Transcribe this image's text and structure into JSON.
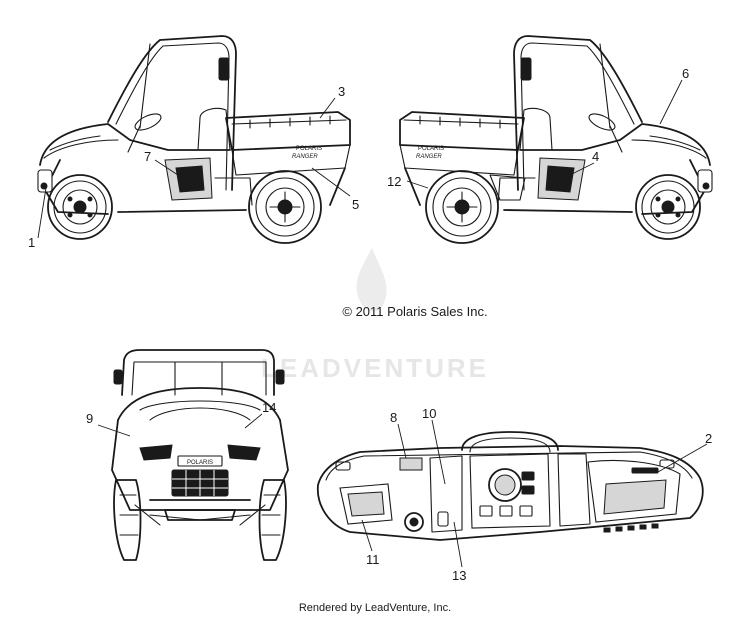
{
  "copyright": "© 2011 Polaris Sales Inc.",
  "credit": "Rendered by LeadVenture, Inc.",
  "watermark": "LEADVENTURE",
  "decals": {
    "ranger": "RANGER",
    "polaris": "POLARIS"
  },
  "callouts": [
    "1",
    "2",
    "3",
    "4",
    "5",
    "6",
    "7",
    "8",
    "9",
    "10",
    "11",
    "12",
    "13",
    "14"
  ]
}
